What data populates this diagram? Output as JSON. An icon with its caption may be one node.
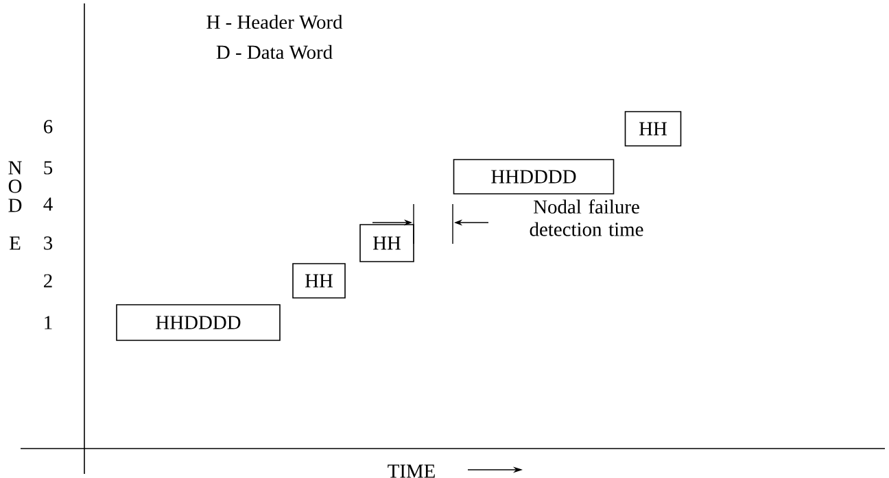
{
  "diagram": {
    "nodes": [
      {
        "text": [
          "HHDDDD"
        ]
      },
      {
        "text": [
          "HH"
        ]
      },
      {
        "text": [
          "HH"
        ]
      },
      {
        "text": [
          "HHDDDD"
        ]
      },
      {
        "text": [
          "HH"
        ]
      }
    ],
    "edges": [],
    "labels": [
      "H - Header Word",
      "D - Data Word",
      "6",
      "N",
      "5",
      "O",
      "4",
      "D",
      "E",
      "3",
      "2",
      "1",
      "Nodal failure detection time",
      "TIME"
    ]
  }
}
